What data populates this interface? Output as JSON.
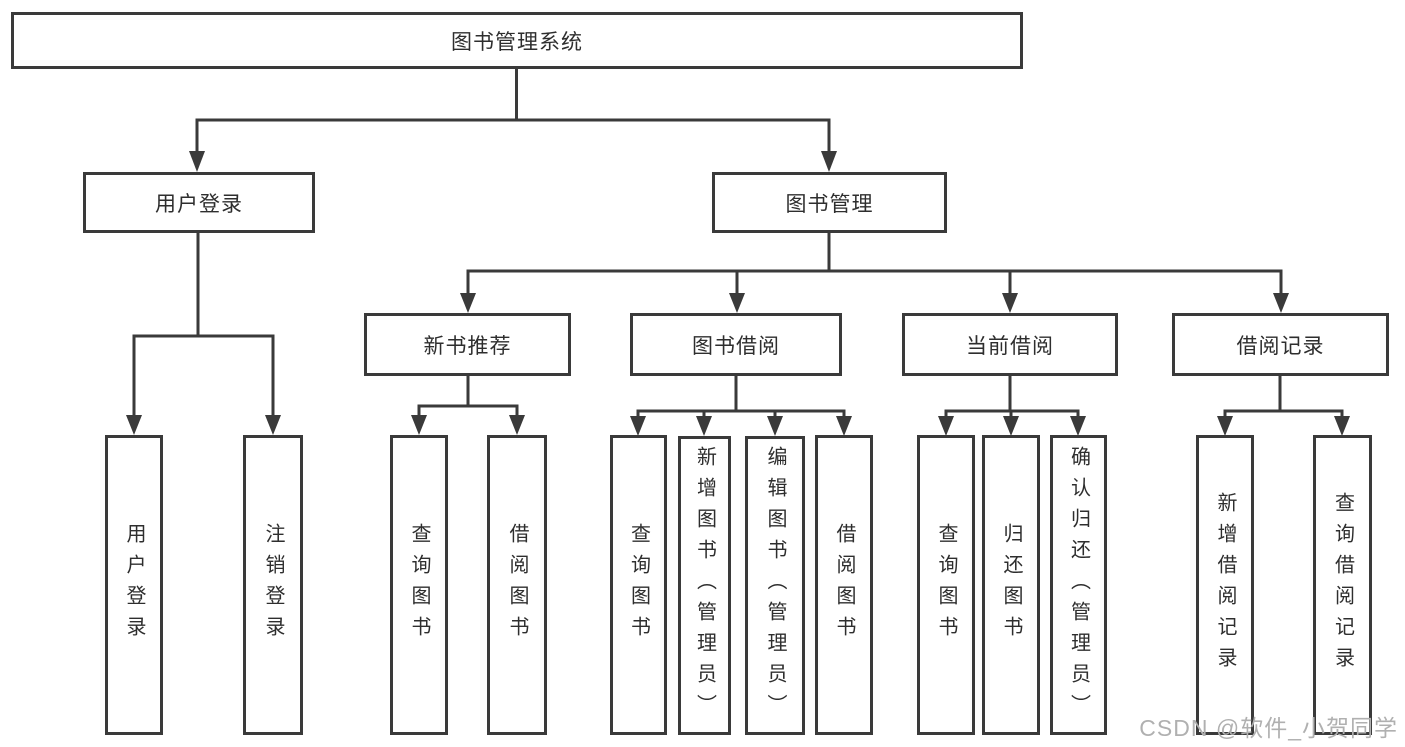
{
  "diagram": {
    "tree": {
      "label": "图书管理系统",
      "children": [
        {
          "label": "用户登录",
          "children": [
            {
              "label": "用户登录"
            },
            {
              "label": "注销登录"
            }
          ]
        },
        {
          "label": "图书管理",
          "children": [
            {
              "label": "新书推荐",
              "children": [
                {
                  "label": "查询图书"
                },
                {
                  "label": "借阅图书"
                }
              ]
            },
            {
              "label": "图书借阅",
              "children": [
                {
                  "label": "查询图书"
                },
                {
                  "label": "新增图书（管理员）"
                },
                {
                  "label": "编辑图书（管理员）"
                },
                {
                  "label": "借阅图书"
                }
              ]
            },
            {
              "label": "当前借阅",
              "children": [
                {
                  "label": "查询图书"
                },
                {
                  "label": "归还图书"
                },
                {
                  "label": "确认归还（管理员）"
                }
              ]
            },
            {
              "label": "借阅记录",
              "children": [
                {
                  "label": "新增借阅记录"
                },
                {
                  "label": "查询借阅记录"
                }
              ]
            }
          ]
        }
      ]
    },
    "colors": {
      "line": "#3a3a3a",
      "text": "#2e2e2e",
      "watermark": "#b0b0b0",
      "background": "#ffffff"
    }
  },
  "watermark": {
    "text": "CSDN @软件_小贺同学"
  }
}
